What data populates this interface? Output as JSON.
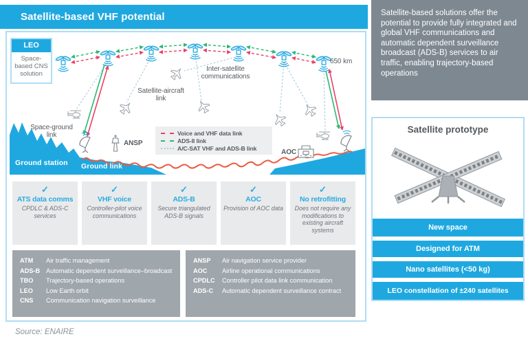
{
  "header": {
    "title": "Satellite-based VHF potential"
  },
  "intro_panel": {
    "text": "Satellite-based solutions offer the potential to provide fully integrated and global VHF communications and automatic dependent surveillance broadcast (ADS-B) services to air traffic, enabling trajectory-based operations"
  },
  "diagram": {
    "leo_box": {
      "label": "LEO",
      "sublabel": "Space-based CNS solution"
    },
    "altitude_label": "650 km",
    "inter_satellite_label": "Inter-satellite communications",
    "satellite_aircraft_label": "Satellite-aircraft link",
    "space_ground_label": "Space-ground link",
    "ansp_label": "ANSP",
    "aoc_label": "AOC",
    "ground_station_label": "Ground station",
    "ground_link_label": "Ground link",
    "legend": [
      {
        "label": "Voice and VHF data link",
        "color": "#E84069",
        "style": "dashed"
      },
      {
        "label": "ADS-II link",
        "color": "#2BB673",
        "style": "dashed"
      },
      {
        "label": "A/C-SAT VHF and ADS-B link",
        "color": "#A9CBDD",
        "style": "dotted"
      }
    ]
  },
  "features": {
    "check_icon": "✓",
    "items": [
      {
        "title": "ATS data comms",
        "desc": "CPDLC & ADS-C services"
      },
      {
        "title": "VHF voice",
        "desc": "Controller-pilot voice communications"
      },
      {
        "title": "ADS-B",
        "desc": "Secure triangulated ADS-B signals"
      },
      {
        "title": "AOC",
        "desc": "Provision of AOC data"
      },
      {
        "title": "No retrofitting",
        "desc": "Does not require any modifications to existing aircraft systems"
      }
    ]
  },
  "glossary_left": [
    {
      "abbr": "ATM",
      "def": "Air traffic management"
    },
    {
      "abbr": "ADS-B",
      "def": "Automatic dependent surveillance–broadcast"
    },
    {
      "abbr": "TBO",
      "def": "Trajectory-based operations"
    },
    {
      "abbr": "LEO",
      "def": "Low Earth orbit"
    },
    {
      "abbr": "CNS",
      "def": "Communication navigation surveillance"
    }
  ],
  "glossary_right": [
    {
      "abbr": "ANSP",
      "def": "Air navigation service provider"
    },
    {
      "abbr": "AOC",
      "def": "Airline operational communications"
    },
    {
      "abbr": "CPDLC",
      "def": "Controller pilot data link communication"
    },
    {
      "abbr": "ADS-C",
      "def": "Automatic dependent surveillance contract"
    }
  ],
  "prototype": {
    "title": "Satellite prototype",
    "bars": [
      "New space",
      "Designed for ATM",
      "Nano satellites (<50 kg)",
      "LEO constellation of ±240 satellites"
    ]
  },
  "source": "Source: ENAIRE",
  "colors": {
    "accent_blue": "#1FA8E0",
    "panel_border": "#AEDDF4",
    "intro_gray": "#7E8890",
    "glossary_gray": "#9FA6AC",
    "card_gray": "#E9EAEB",
    "voice_link_red": "#E84069",
    "ads_link_green": "#2BB673",
    "acsat_link_blue": "#A9CBDD",
    "ground_link_red": "#EA5B40",
    "text_dark": "#55595E"
  }
}
